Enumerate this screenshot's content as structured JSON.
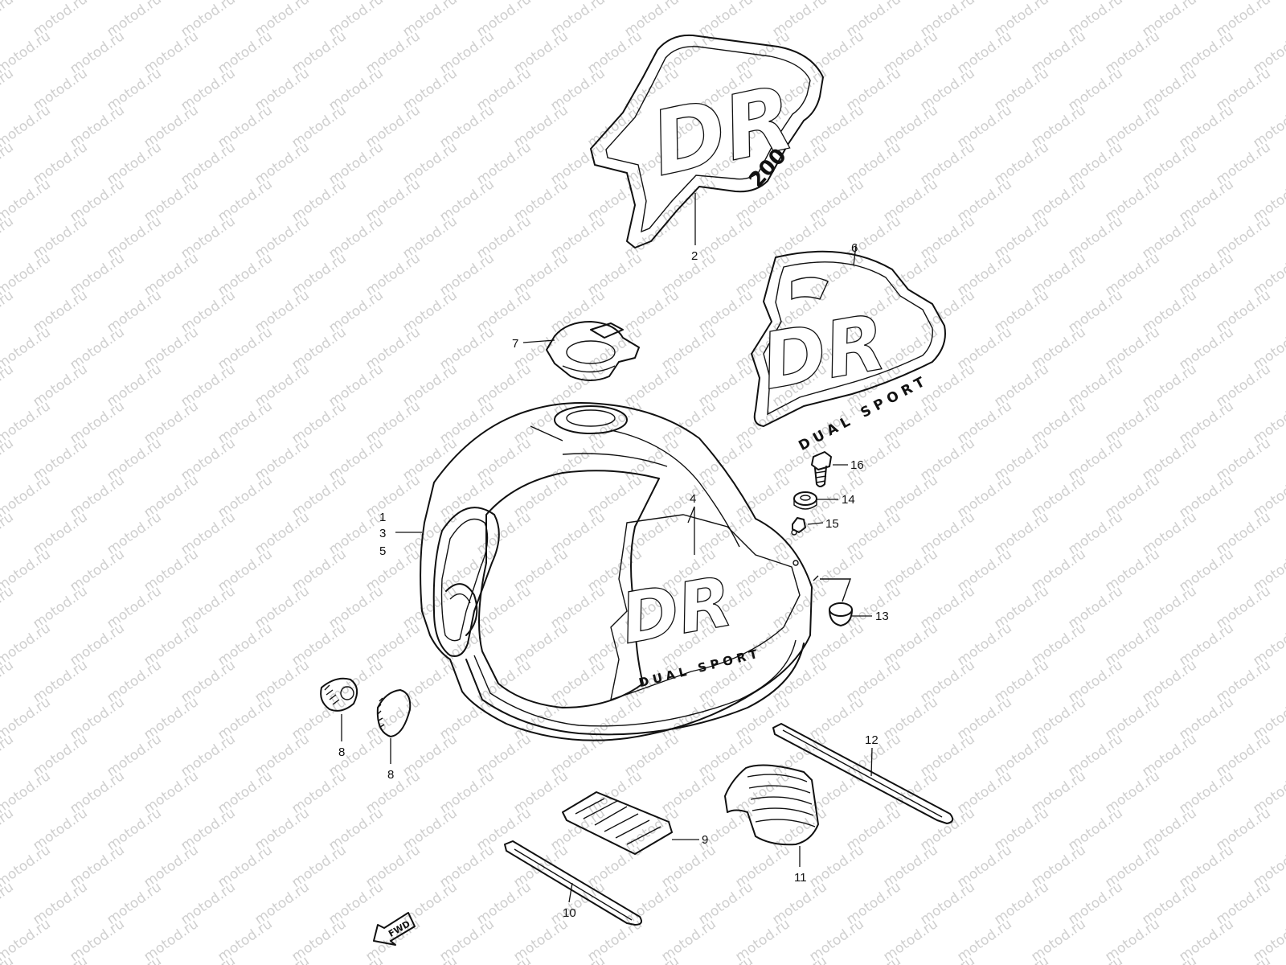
{
  "watermark": {
    "text": "motod.ru",
    "color": "#cfcfcf"
  },
  "decals": {
    "emblem_top": "DR",
    "emblem_model": "200",
    "side_logo": "DR",
    "side_sub": "DUAL SPORT",
    "tank_logo": "DR",
    "tank_sub": "DUAL SPORT"
  },
  "fwd_arrow": "FWD",
  "callouts": [
    {
      "id": "c1",
      "label": "1"
    },
    {
      "id": "c3",
      "label": "3"
    },
    {
      "id": "c5",
      "label": "5"
    },
    {
      "id": "c2",
      "label": "2"
    },
    {
      "id": "c4",
      "label": "4"
    },
    {
      "id": "c6",
      "label": "6"
    },
    {
      "id": "c7",
      "label": "7"
    },
    {
      "id": "c8a",
      "label": "8"
    },
    {
      "id": "c8b",
      "label": "8"
    },
    {
      "id": "c9",
      "label": "9"
    },
    {
      "id": "c10",
      "label": "10"
    },
    {
      "id": "c11",
      "label": "11"
    },
    {
      "id": "c12",
      "label": "12"
    },
    {
      "id": "c13",
      "label": "13"
    },
    {
      "id": "c14",
      "label": "14"
    },
    {
      "id": "c15",
      "label": "15"
    },
    {
      "id": "c16",
      "label": "16"
    }
  ]
}
